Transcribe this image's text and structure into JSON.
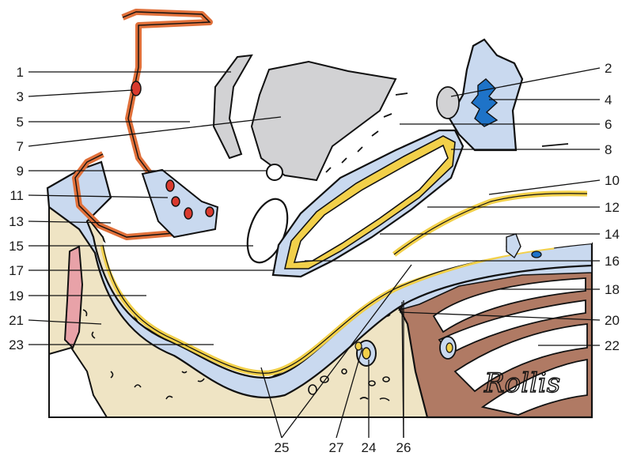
{
  "figure": {
    "left_labels": [
      "1",
      "3",
      "5",
      "7",
      "9",
      "11",
      "13",
      "15",
      "17",
      "19",
      "21",
      "23"
    ],
    "right_labels": [
      "2",
      "4",
      "6",
      "8",
      "10",
      "12",
      "14",
      "16",
      "18",
      "20",
      "22"
    ],
    "bottom_labels": [
      "25",
      "27",
      "24",
      "26"
    ],
    "signature": "Rollis"
  },
  "colors": {
    "csf_blue": "#c9d9ef",
    "bone": "#efe4c4",
    "brain_white": "#ffffff",
    "arachnoid_yellow": "#f2d04a",
    "dura_orange": "#e0703a",
    "vessel_red": "#d93a2e",
    "cerebellum_brown": "#b07a64",
    "choroid_blue": "#1e73c8",
    "gray_structures": "#d2d2d4",
    "muscle_pink": "#e8a2a8",
    "outline": "#111111"
  }
}
